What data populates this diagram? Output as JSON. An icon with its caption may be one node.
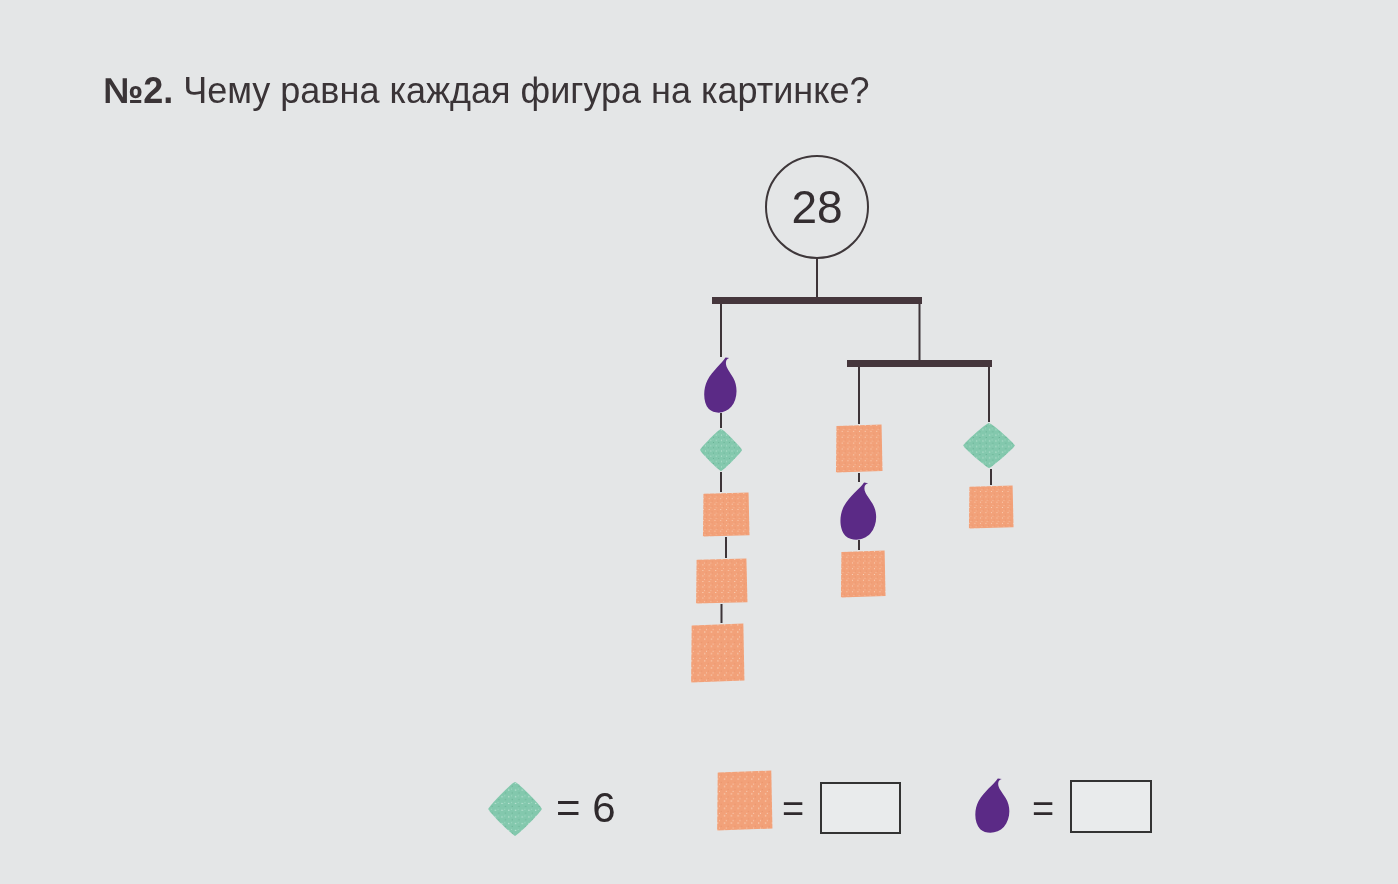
{
  "diagram": {
    "title": "**№2.** Чему равна каждая фигура на картинке?",
    "nodes": [
      {
        "text": [
          "28"
        ]
      },
      {
        "text": [],
        "shape": "bar"
      },
      {
        "text": [],
        "shape": "drop"
      },
      {
        "text": [],
        "shape": "bar"
      },
      {
        "text": [],
        "shape": "diamond"
      },
      {
        "text": [],
        "shape": "box"
      },
      {
        "text": [],
        "shape": "diamond"
      },
      {
        "text": [],
        "shape": "box"
      },
      {
        "text": [],
        "shape": "drop"
      },
      {
        "text": [],
        "shape": "box"
      },
      {
        "text": [],
        "shape": "box"
      },
      {
        "text": [],
        "shape": "box"
      },
      {
        "text": [],
        "shape": "box"
      }
    ],
    "edges": [
      {
        "from": 0,
        "to": 1,
        "arrow": "none"
      },
      {
        "from": 1,
        "to": 2,
        "arrow": "none"
      },
      {
        "from": 1,
        "to": 3,
        "arrow": "none"
      },
      {
        "from": 2,
        "to": 4,
        "arrow": "none"
      },
      {
        "from": 3,
        "to": 5,
        "arrow": "none"
      },
      {
        "from": 3,
        "to": 6,
        "arrow": "none"
      },
      {
        "from": 4,
        "to": 7,
        "arrow": "none"
      },
      {
        "from": 5,
        "to": 8,
        "arrow": "none"
      },
      {
        "from": 6,
        "to": 9,
        "arrow": "none"
      },
      {
        "from": 7,
        "to": 10,
        "arrow": "none"
      },
      {
        "from": 8,
        "to": 11,
        "arrow": "none"
      },
      {
        "from": 10,
        "to": 12,
        "arrow": "none"
      }
    ],
    "labels": [
      "= 6",
      "=",
      "="
    ]
  }
}
